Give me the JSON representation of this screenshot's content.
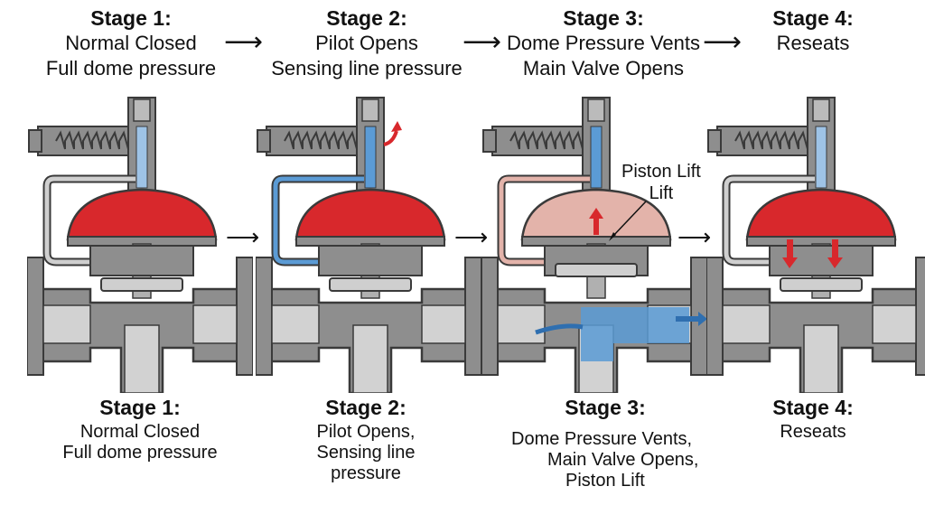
{
  "top_stages": [
    {
      "title": "Stage 1:",
      "line1": "Normal Closed",
      "line2": "Full dome pressure"
    },
    {
      "title": "Stage 2:",
      "line1": "Pilot Opens",
      "line2": "Sensing line pressure"
    },
    {
      "title": "Stage 3:",
      "line1": "Dome Pressure Vents",
      "line2": "Main Valve Opens"
    },
    {
      "title": "Stage 4:",
      "line1": "Reseats",
      "line2": ""
    }
  ],
  "bottom_stages": [
    {
      "title": "Stage 1:",
      "lines": [
        "Normal Closed",
        "Full dome pressure"
      ]
    },
    {
      "title": "Stage 2:",
      "lines": [
        "Pilot Opens,",
        "Sensing line",
        "pressure"
      ]
    },
    {
      "title": "Stage 3:",
      "lines": [
        "Dome Pressure Vents,",
        "Main Valve Opens,",
        "Piston Lift"
      ]
    },
    {
      "title": "Stage 4:",
      "lines": [
        "Reseats"
      ]
    }
  ],
  "annotation": {
    "line1": "Piston Lift",
    "line2": "Lift"
  },
  "colors": {
    "body": "#8e8e8e",
    "body_dark": "#3a3a3a",
    "dome": "#d8282c",
    "dome_vented": "#e3b3aa",
    "fluid": "#5b9bd5",
    "arrow_red": "#d8282c"
  }
}
